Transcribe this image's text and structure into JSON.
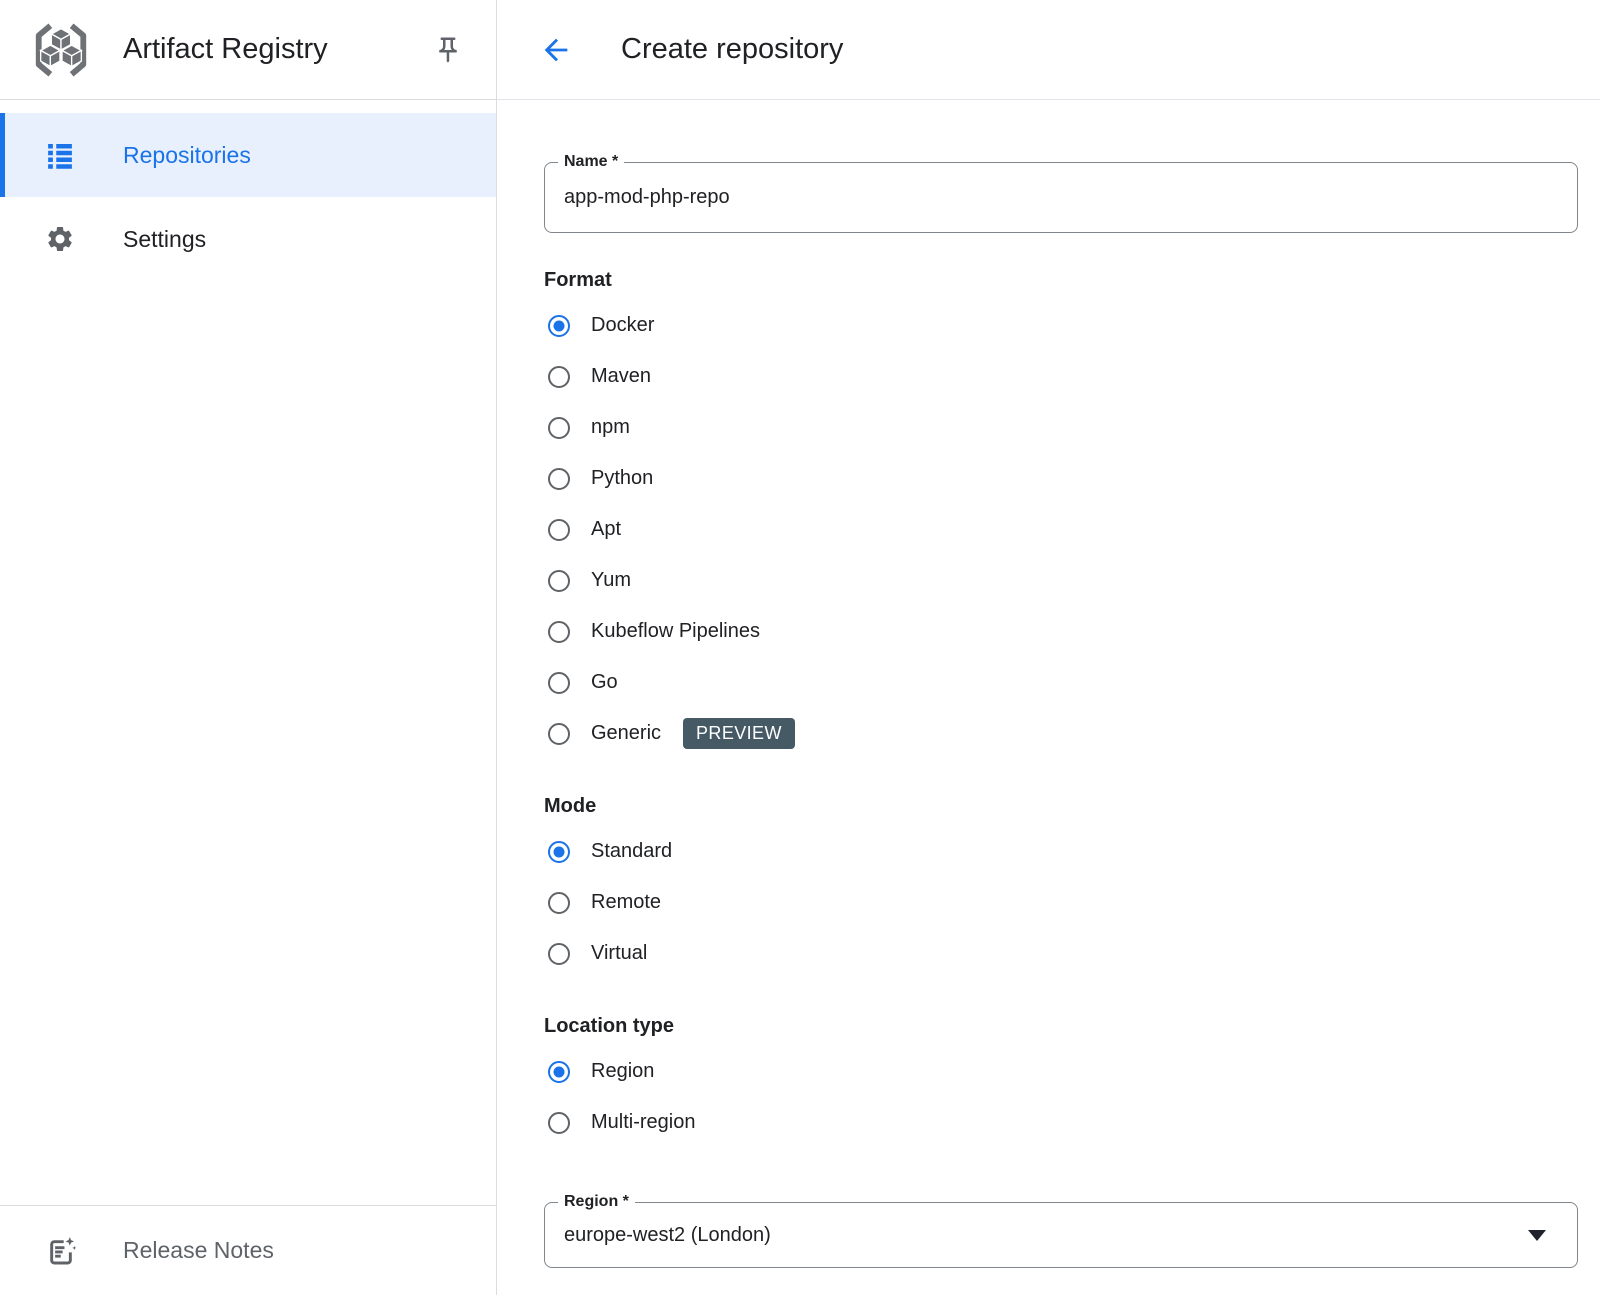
{
  "sidebar": {
    "app_title": "Artifact Registry",
    "nav": [
      {
        "label": "Repositories",
        "selected": true
      },
      {
        "label": "Settings",
        "selected": false
      }
    ],
    "release_notes_label": "Release Notes"
  },
  "main": {
    "page_title": "Create repository",
    "name_field": {
      "label": "Name *",
      "value": "app-mod-php-repo"
    },
    "format_section": {
      "label": "Format",
      "options": [
        {
          "label": "Docker",
          "selected": true
        },
        {
          "label": "Maven",
          "selected": false
        },
        {
          "label": "npm",
          "selected": false
        },
        {
          "label": "Python",
          "selected": false
        },
        {
          "label": "Apt",
          "selected": false
        },
        {
          "label": "Yum",
          "selected": false
        },
        {
          "label": "Kubeflow Pipelines",
          "selected": false
        },
        {
          "label": "Go",
          "selected": false
        },
        {
          "label": "Generic",
          "selected": false,
          "badge": "PREVIEW"
        }
      ]
    },
    "mode_section": {
      "label": "Mode",
      "options": [
        {
          "label": "Standard",
          "selected": true
        },
        {
          "label": "Remote",
          "selected": false
        },
        {
          "label": "Virtual",
          "selected": false
        }
      ]
    },
    "location_section": {
      "label": "Location type",
      "options": [
        {
          "label": "Region",
          "selected": true
        },
        {
          "label": "Multi-region",
          "selected": false
        }
      ]
    },
    "region_field": {
      "label": "Region *",
      "value": "europe-west2 (London)"
    }
  },
  "icons": {
    "logo": "artifact-registry-logo",
    "pin": "pin-icon",
    "repositories": "list-icon",
    "settings": "gear-icon",
    "release_notes": "release-notes-icon",
    "back": "back-arrow-icon",
    "dropdown": "dropdown-caret-icon"
  },
  "colors": {
    "accent_blue": "#1a73e8",
    "selected_nav_bg": "#e8f0fe",
    "preview_badge_bg": "#455a64",
    "text_primary": "#202124",
    "text_secondary": "#5f6368",
    "divider": "#dadce0"
  }
}
